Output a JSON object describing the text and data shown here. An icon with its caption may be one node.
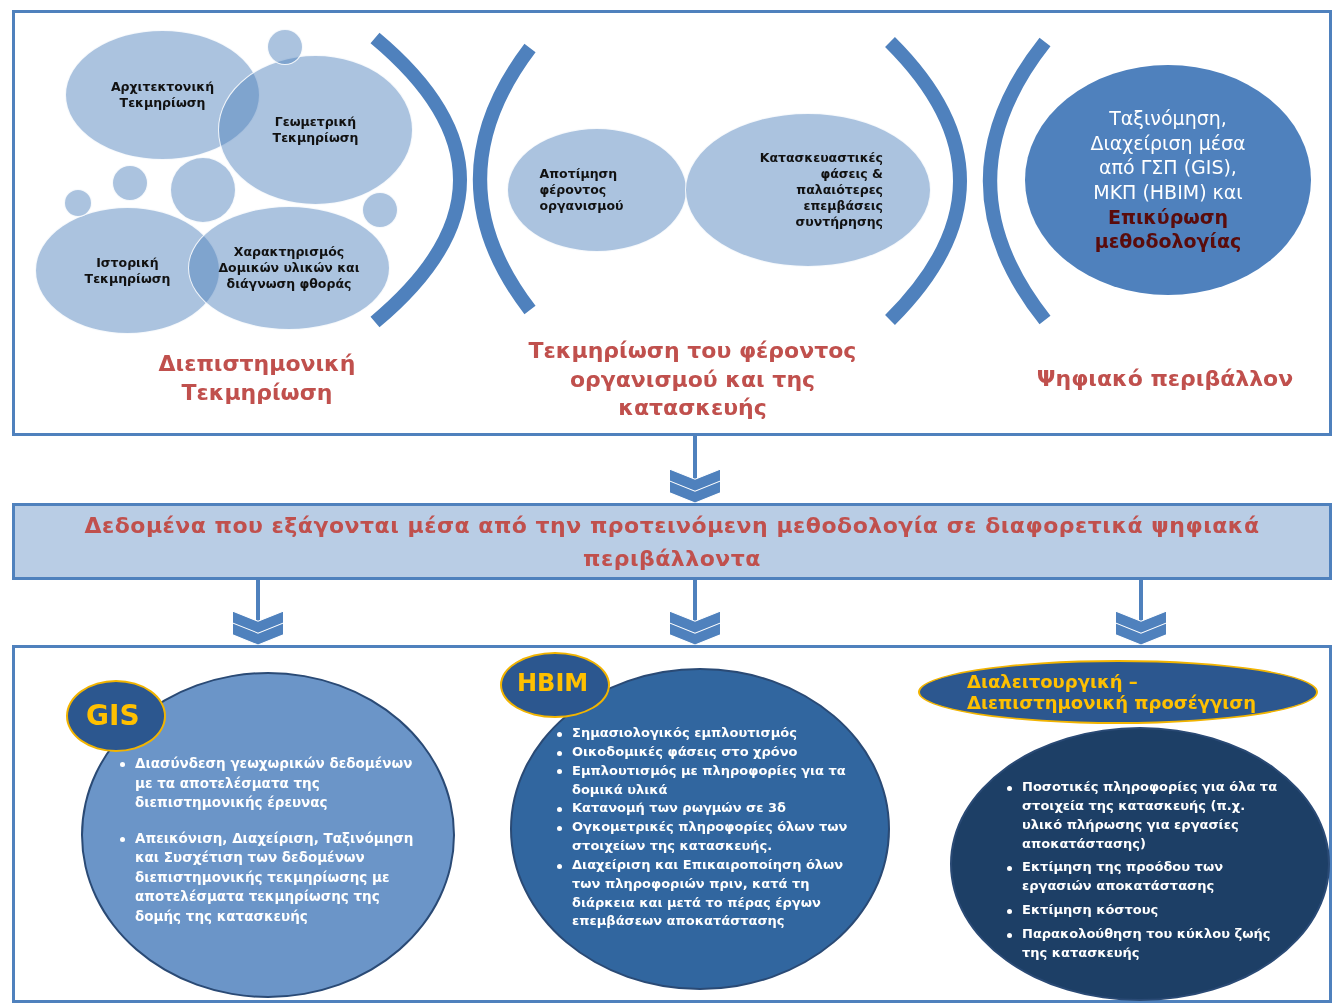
{
  "diagram": {
    "nodes": [
      {
        "text": [],
        "shape": "box"
      },
      {
        "text": [
          "Αρχιτεκτονική Τεκμηρίωση"
        ],
        "in": 0
      },
      {
        "text": [
          "Γεωμετρική Τεκμηρίωση"
        ],
        "in": 0
      },
      {
        "text": [
          "Ιστορική Τεκμηρίωση"
        ],
        "in": 0
      },
      {
        "text": [
          "Χαρακτηρισμός Δομικών υλικών και διάγνωση φθοράς"
        ],
        "in": 0
      },
      {
        "text": [],
        "shape": "circle",
        "in": 0
      },
      {
        "text": [],
        "shape": "circle",
        "in": 0
      },
      {
        "text": [],
        "shape": "circle",
        "in": 0
      },
      {
        "text": [],
        "shape": "circle",
        "in": 0
      },
      {
        "text": [],
        "shape": "circle",
        "in": 0
      },
      {
        "text": [
          "Αποτίμηση φέροντος οργανισμού"
        ],
        "in": 0
      },
      {
        "text": [
          "Κατασκευαστικές φάσεις & παλαιότερες επεμβάσεις συντήρησης"
        ],
        "in": 0
      },
      {
        "text": [
          "Ταξινόμηση, Διαχείριση μέσα από ΓΣΠ (GIS), ΜΚΠ (HBIM) και **Επικύρωση μεθοδολογίας**"
        ],
        "in": 0
      },
      {
        "text": [
          "Δεδομένα που εξάγονται μέσα από την προτεινόμενη μεθοδολογία σε διαφορετικά ψηφιακά περιβάλλοντα"
        ]
      },
      {
        "text": [],
        "shape": "box"
      },
      {
        "text": [
          "GIS"
        ],
        "in": 14
      },
      {
        "text": [
          "Διασύνδεση γεωχωρικών δεδομένων με τα αποτελέσματα της διεπιστημονικής έρευνας",
          "Απεικόνιση, Διαχείριση, Ταξινόμηση και Συσχέτιση των δεδομένων διεπιστημονικής τεκμηρίωσης με αποτελέσματα τεκμηρίωσης της δομής της κατασκευής"
        ],
        "in": 14
      },
      {
        "text": [
          "HBIM"
        ],
        "in": 14
      },
      {
        "text": [
          "Σημασιολογικός εμπλουτισμός",
          "Οικοδομικές φάσεις στο χρόνο",
          "Εμπλουτισμός με πληροφορίες για τα δομικά υλικά",
          "Κατανομή των ρωγμών σε 3δ",
          "Ογκομετρικές πληροφορίες όλων των στοιχείων της κατασκευής.",
          "Διαχείριση και Επικαιροποίηση όλων των πληροφοριών πριν, κατά τη διάρκεια και μετά το πέρας έργων επεμβάσεων αποκατάστασης"
        ],
        "in": 14
      },
      {
        "text": [
          "Διαλειτουργική – Διεπιστημονική προσέγγιση"
        ],
        "in": 14
      },
      {
        "text": [
          "Ποσοτικές πληροφορίες για όλα τα στοιχεία της κατασκευής (π.χ. υλικό πλήρωσης  για εργασίες αποκατάστασης)",
          "Εκτίμηση της προόδου των εργασιών αποκατάστασης",
          "Εκτίμηση κόστους",
          "Παρακολούθηση του κύκλου ζωής της κατασκευής"
        ],
        "in": 14
      }
    ],
    "edges": [
      {
        "from": 0,
        "to": 13,
        "arrow": "to"
      },
      {
        "from": 13,
        "to": 14,
        "arrow": "to"
      },
      {
        "from": 13,
        "to": 14,
        "arrow": "to"
      },
      {
        "from": 13,
        "to": 14,
        "arrow": "to"
      }
    ],
    "labels": [
      "Διεπιστημονική Τεκμηρίωση",
      "Τεκμηρίωση του φέροντος οργανισμού και της κατασκευής",
      "Ψηφιακό περιβάλλον"
    ]
  }
}
